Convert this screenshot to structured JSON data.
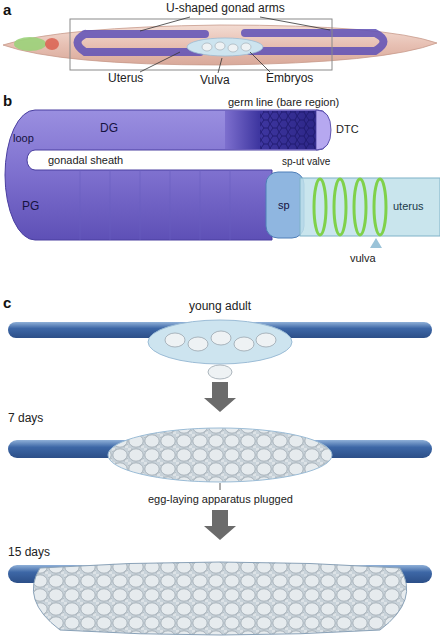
{
  "diagram": {
    "labels": [
      "a",
      "U-shaped gonad arms",
      "Uterus",
      "Vulva",
      "Embryos",
      "b",
      "DG",
      "loop",
      "gonadal sheath",
      "PG",
      "germ line (bare region)",
      "DTC",
      "sp",
      "sp-ut valve",
      "uterus",
      "vulva",
      "c",
      "young adult",
      "7 days",
      "egg-laying apparatus plugged",
      "15 days"
    ]
  }
}
